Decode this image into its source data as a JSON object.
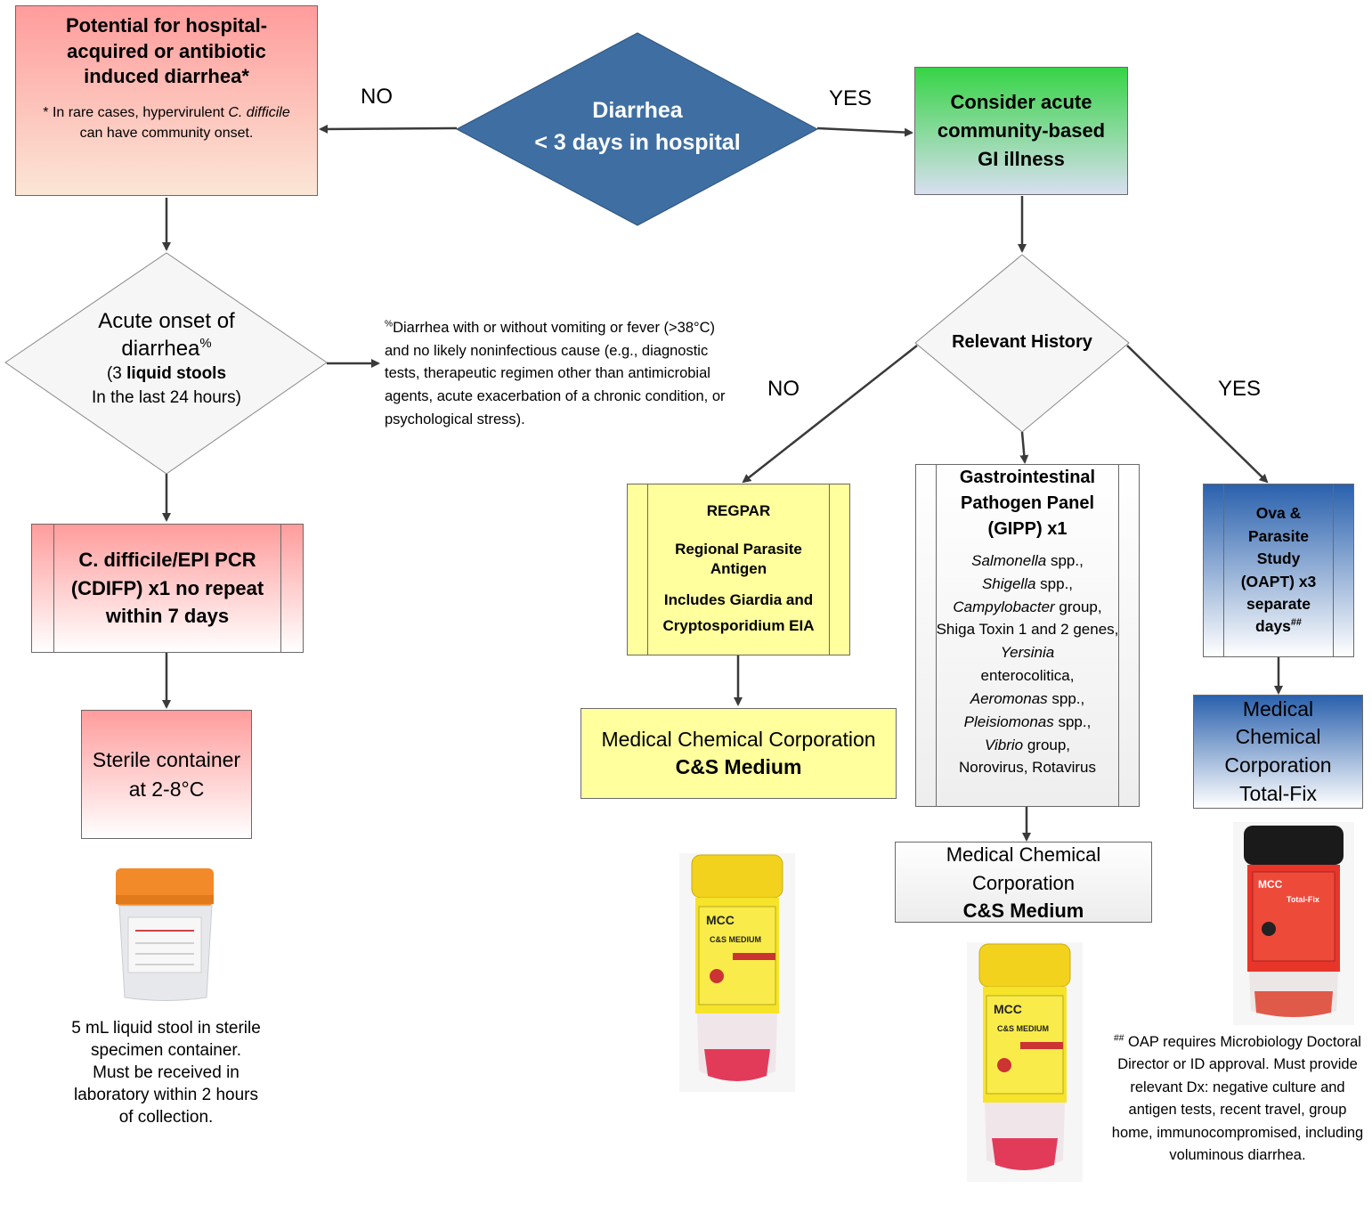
{
  "top_left_box": {
    "title": "Potential for hospital-acquired or antibiotic induced diarrhea*",
    "note_a": "* In rare cases, hypervirulent ",
    "note_italic": "C. difficile",
    "note_b": " can have community onset."
  },
  "center_diamond": {
    "line1": "Diarrhea",
    "line2": "< 3 days in hospital"
  },
  "branch_labels": {
    "top_no": "NO",
    "top_yes": "YES",
    "history_no": "NO",
    "history_yes": "YES"
  },
  "top_right_box": {
    "title": "Consider acute community-based GI illness"
  },
  "acute_diamond": {
    "line1": "Acute onset of",
    "line2": "diarrhea",
    "line2_sup": "%",
    "line3_a": "(3 ",
    "line3_b": "liquid stools",
    "line4": "In the last 24 hours)"
  },
  "footnote_percent": {
    "sup": "%",
    "text": "Diarrhea with or without vomiting or fever (>38°C) and no likely noninfectious cause (e.g., diagnostic tests, therapeutic regimen other than antimicrobial agents, acute exacerbation of a chronic condition, or psychological stress)."
  },
  "history_diamond": {
    "label": "Relevant History"
  },
  "cdifp_box": {
    "text": "C. difficile/EPI PCR (CDIFP) x1 no repeat within 7 days"
  },
  "sterile_box": {
    "line1": "Sterile container",
    "line2": "at 2-8°C"
  },
  "sterile_note": {
    "line1": "5 mL  liquid stool in sterile specimen container.",
    "line2": "Must be received in laboratory within 2 hours of collection."
  },
  "regpar_box": {
    "line1": "REGPAR",
    "line2": "Regional Parasite Antigen",
    "line3": "Includes Giardia and Cryptosporidium EIA"
  },
  "mcc_cs_left": {
    "line1": "Medical Chemical Corporation",
    "line2": "C&S Medium"
  },
  "gipp_box": {
    "title": "Gastrointestinal Pathogen Panel (GIPP) x1",
    "items": [
      {
        "i": "Salmonella",
        "t": " spp.,"
      },
      {
        "i": "Shigella",
        "t": " spp.,"
      },
      {
        "i": "Campylobacter",
        "t": " group,"
      },
      {
        "i": "",
        "t": "Shiga Toxin 1 and 2 genes,"
      },
      {
        "i": "Yersinia",
        "t": ""
      },
      {
        "i": "",
        "t": "enterocolitica,"
      },
      {
        "i": "Aeromonas",
        "t": " spp.,"
      },
      {
        "i": "Pleisiomonas",
        "t": " spp.,"
      },
      {
        "i": "Vibrio",
        "t": " group,"
      },
      {
        "i": "",
        "t": "Norovirus, Rotavirus"
      }
    ]
  },
  "mcc_cs_center": {
    "line1": "Medical Chemical Corporation",
    "line2": "C&S Medium"
  },
  "oapt_box": {
    "text": "Ova & Parasite Study (OAPT) x3 separate days",
    "sup": "##"
  },
  "mcc_totalfix": {
    "text": "Medical Chemical Corporation Total-Fix"
  },
  "oap_note": {
    "sup": "##",
    "text": " OAP requires Microbiology Doctoral Director or ID approval. Must provide relevant Dx: negative culture and antigen tests, recent travel, group home, immunocompromised, including voluminous diarrhea."
  },
  "colors": {
    "pink_top": "#ff9c9c",
    "peach_bottom": "#fbe4d2",
    "diamond_blue": "#3f6fa2",
    "green_top": "#3ad64a",
    "blue_bottom": "#d3dcee",
    "yellow": "#ffff9e",
    "dark_blue": "#2a61ad"
  },
  "photos": {
    "sterile_cup": "sterile specimen cup with orange lid",
    "cs_vial": "yellow-capped C&S Medium vial",
    "totalfix_vial": "black-capped Total-Fix vial"
  }
}
